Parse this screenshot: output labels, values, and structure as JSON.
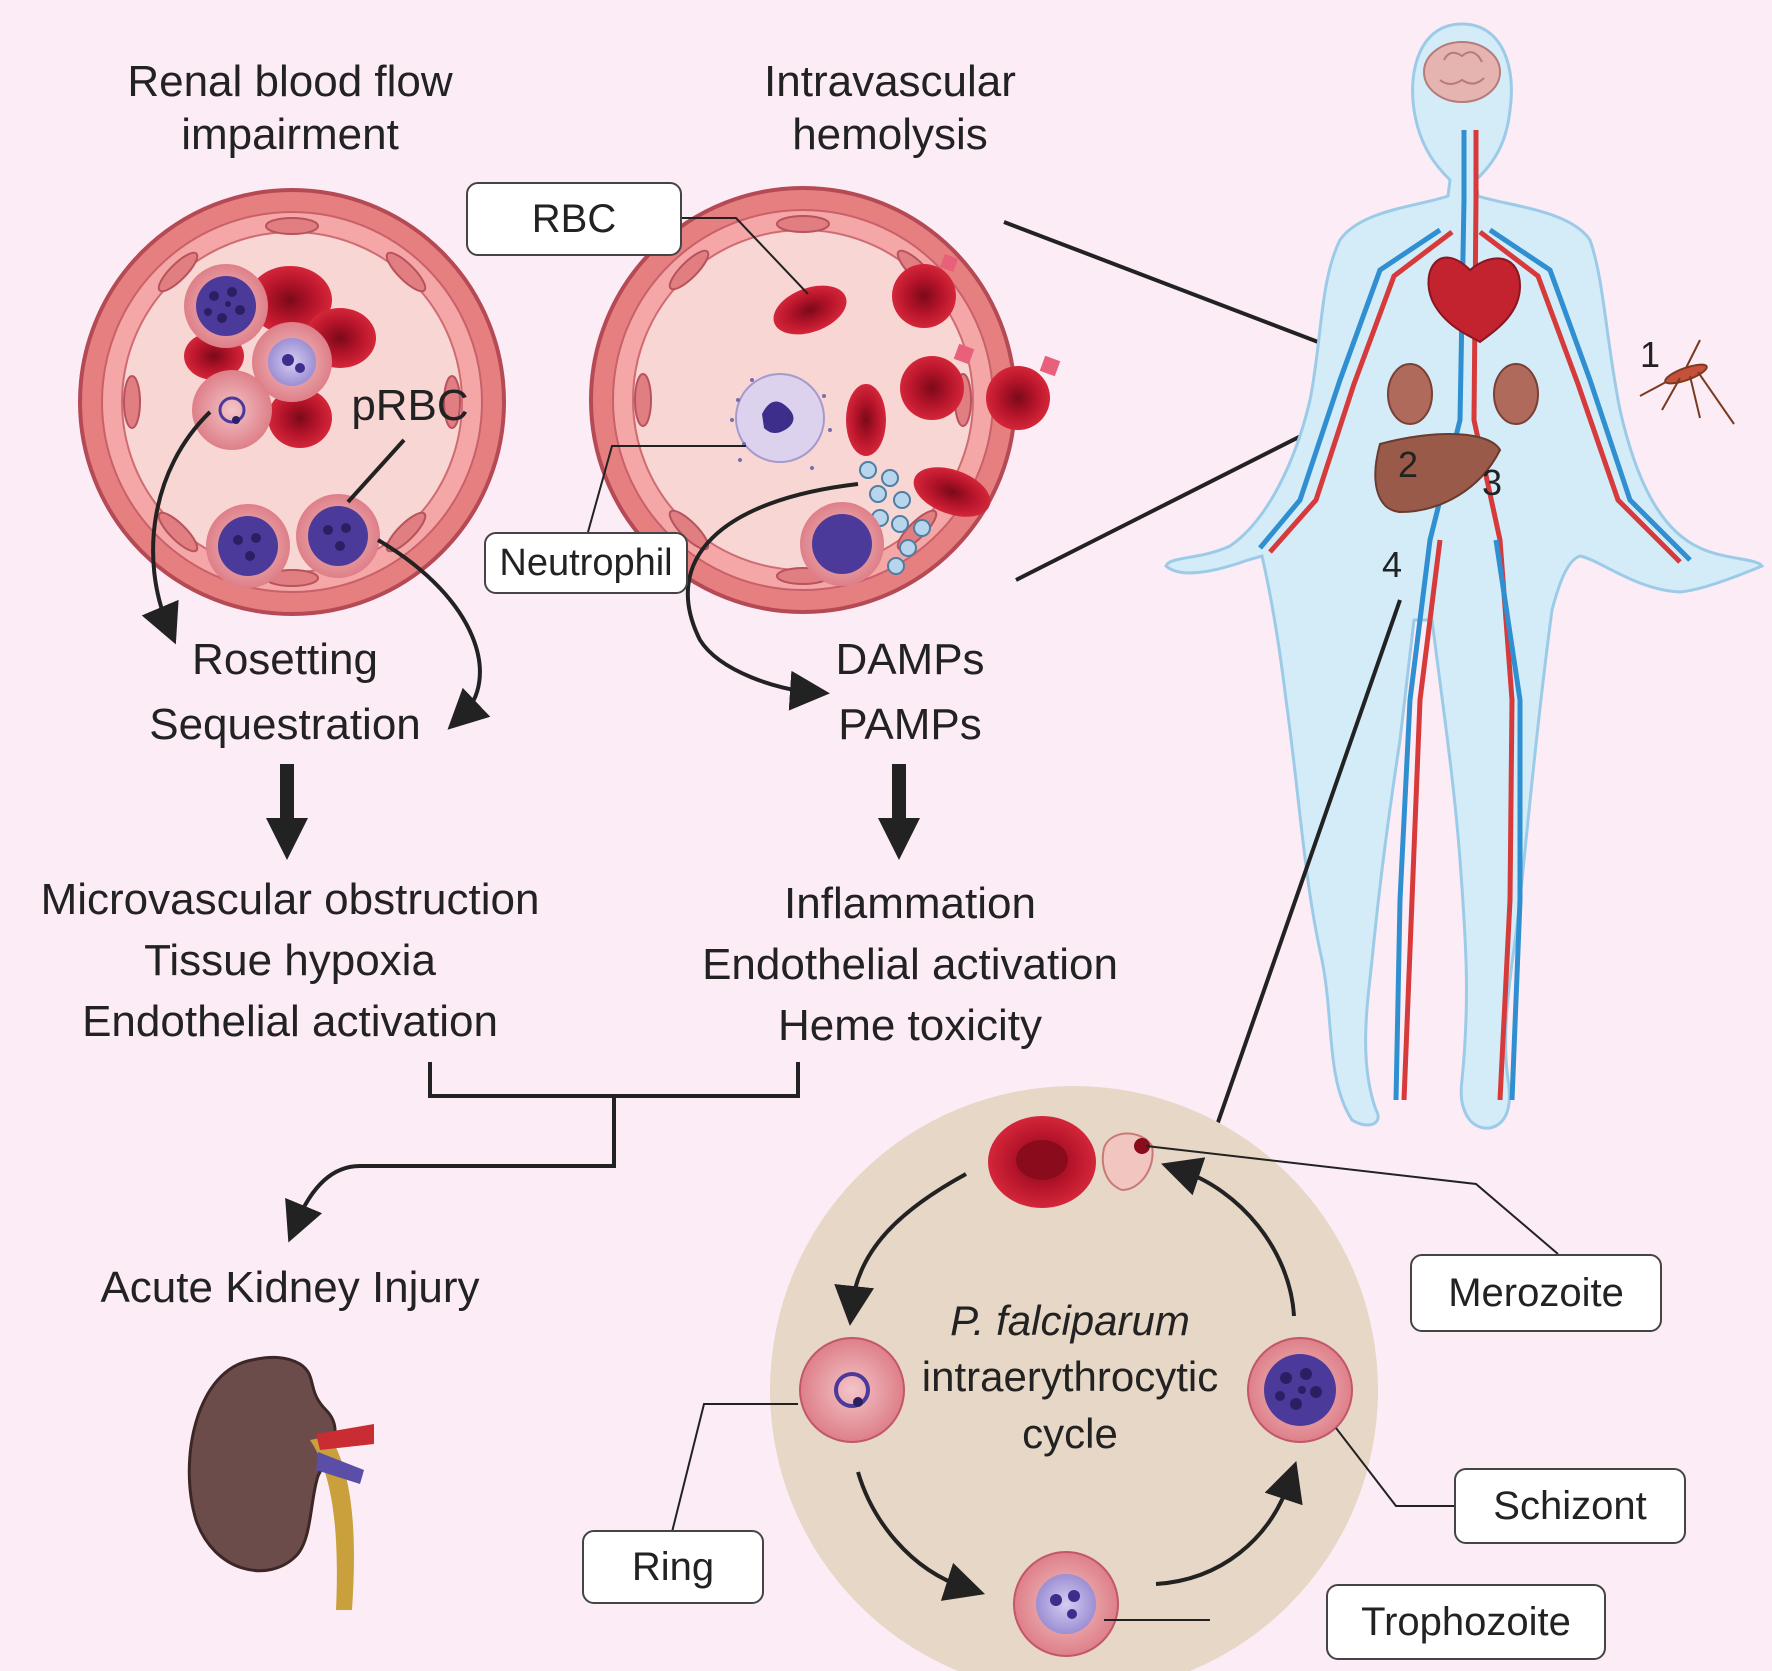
{
  "headings": {
    "renal_line1": "Renal blood flow",
    "renal_line2": "impairment",
    "hemolysis_line1": "Intravascular",
    "hemolysis_line2": "hemolysis"
  },
  "labels": {
    "rbc": "RBC",
    "prbc": "pRBC",
    "neutrophil": "Neutrophil",
    "merozoite": "Merozoite",
    "ring": "Ring",
    "schizont": "Schizont",
    "trophozoite": "Trophozoite"
  },
  "left_mechanisms": [
    "Rosetting",
    "Sequestration"
  ],
  "right_mechanisms": [
    "DAMPs",
    "PAMPs"
  ],
  "left_consequences": [
    "Microvascular obstruction",
    "Tissue hypoxia",
    "Endothelial activation"
  ],
  "right_consequences": [
    "Inflammation",
    "Endothelial activation",
    "Heme toxicity"
  ],
  "outcome": "Acute Kidney Injury",
  "cycle": {
    "species": "P. falciparum",
    "line2": "intraerythrocytic",
    "line3": "cycle"
  },
  "body_numbers": [
    "1",
    "2",
    "3",
    "4"
  ],
  "colors": {
    "background": "#fcecf6",
    "vessel_wall": "#e98f8a",
    "rbc": "#b5142a",
    "parasite": "#3c2e8a",
    "cycle_bg": "#e6d7c7",
    "body": "#d3ecf8"
  }
}
